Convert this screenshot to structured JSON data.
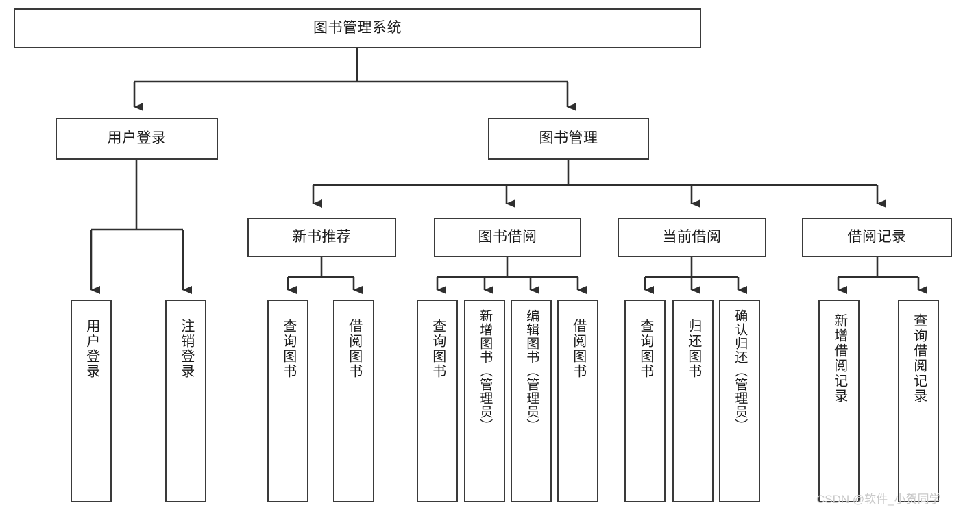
{
  "diagram": {
    "type": "tree",
    "title": "图书管理系统",
    "orientation": "top-down",
    "colors": {
      "box_border": "#3a3a3a",
      "box_fill": "#ffffff",
      "connector": "#2f2f2f",
      "text": "#1b1b1b",
      "watermark": "#c9c9c9",
      "background": "#ffffff"
    }
  },
  "root": {
    "label": "图书管理系统"
  },
  "level2": [
    {
      "label": "用户登录"
    },
    {
      "label": "图书管理"
    }
  ],
  "level3": [
    {
      "label": "新书推荐"
    },
    {
      "label": "图书借阅"
    },
    {
      "label": "当前借阅"
    },
    {
      "label": "借阅记录"
    }
  ],
  "leaves": {
    "user_login": [
      {
        "label": "用户登录"
      },
      {
        "label": "注销登录"
      }
    ],
    "new_book_recommend": [
      {
        "label": "查询图书"
      },
      {
        "label": "借阅图书"
      }
    ],
    "book_borrow": [
      {
        "label": "查询图书"
      },
      {
        "label": "新增图书（管理员）"
      },
      {
        "label": "编辑图书（管理员）"
      },
      {
        "label": "借阅图书"
      }
    ],
    "current_borrow": [
      {
        "label": "查询图书"
      },
      {
        "label": "归还图书"
      },
      {
        "label": "确认归还（管理员）"
      }
    ],
    "borrow_record": [
      {
        "label": "新增借阅记录"
      },
      {
        "label": "查询借阅记录"
      }
    ]
  },
  "watermark": {
    "text": "CSDN @软件_小贺同学"
  }
}
